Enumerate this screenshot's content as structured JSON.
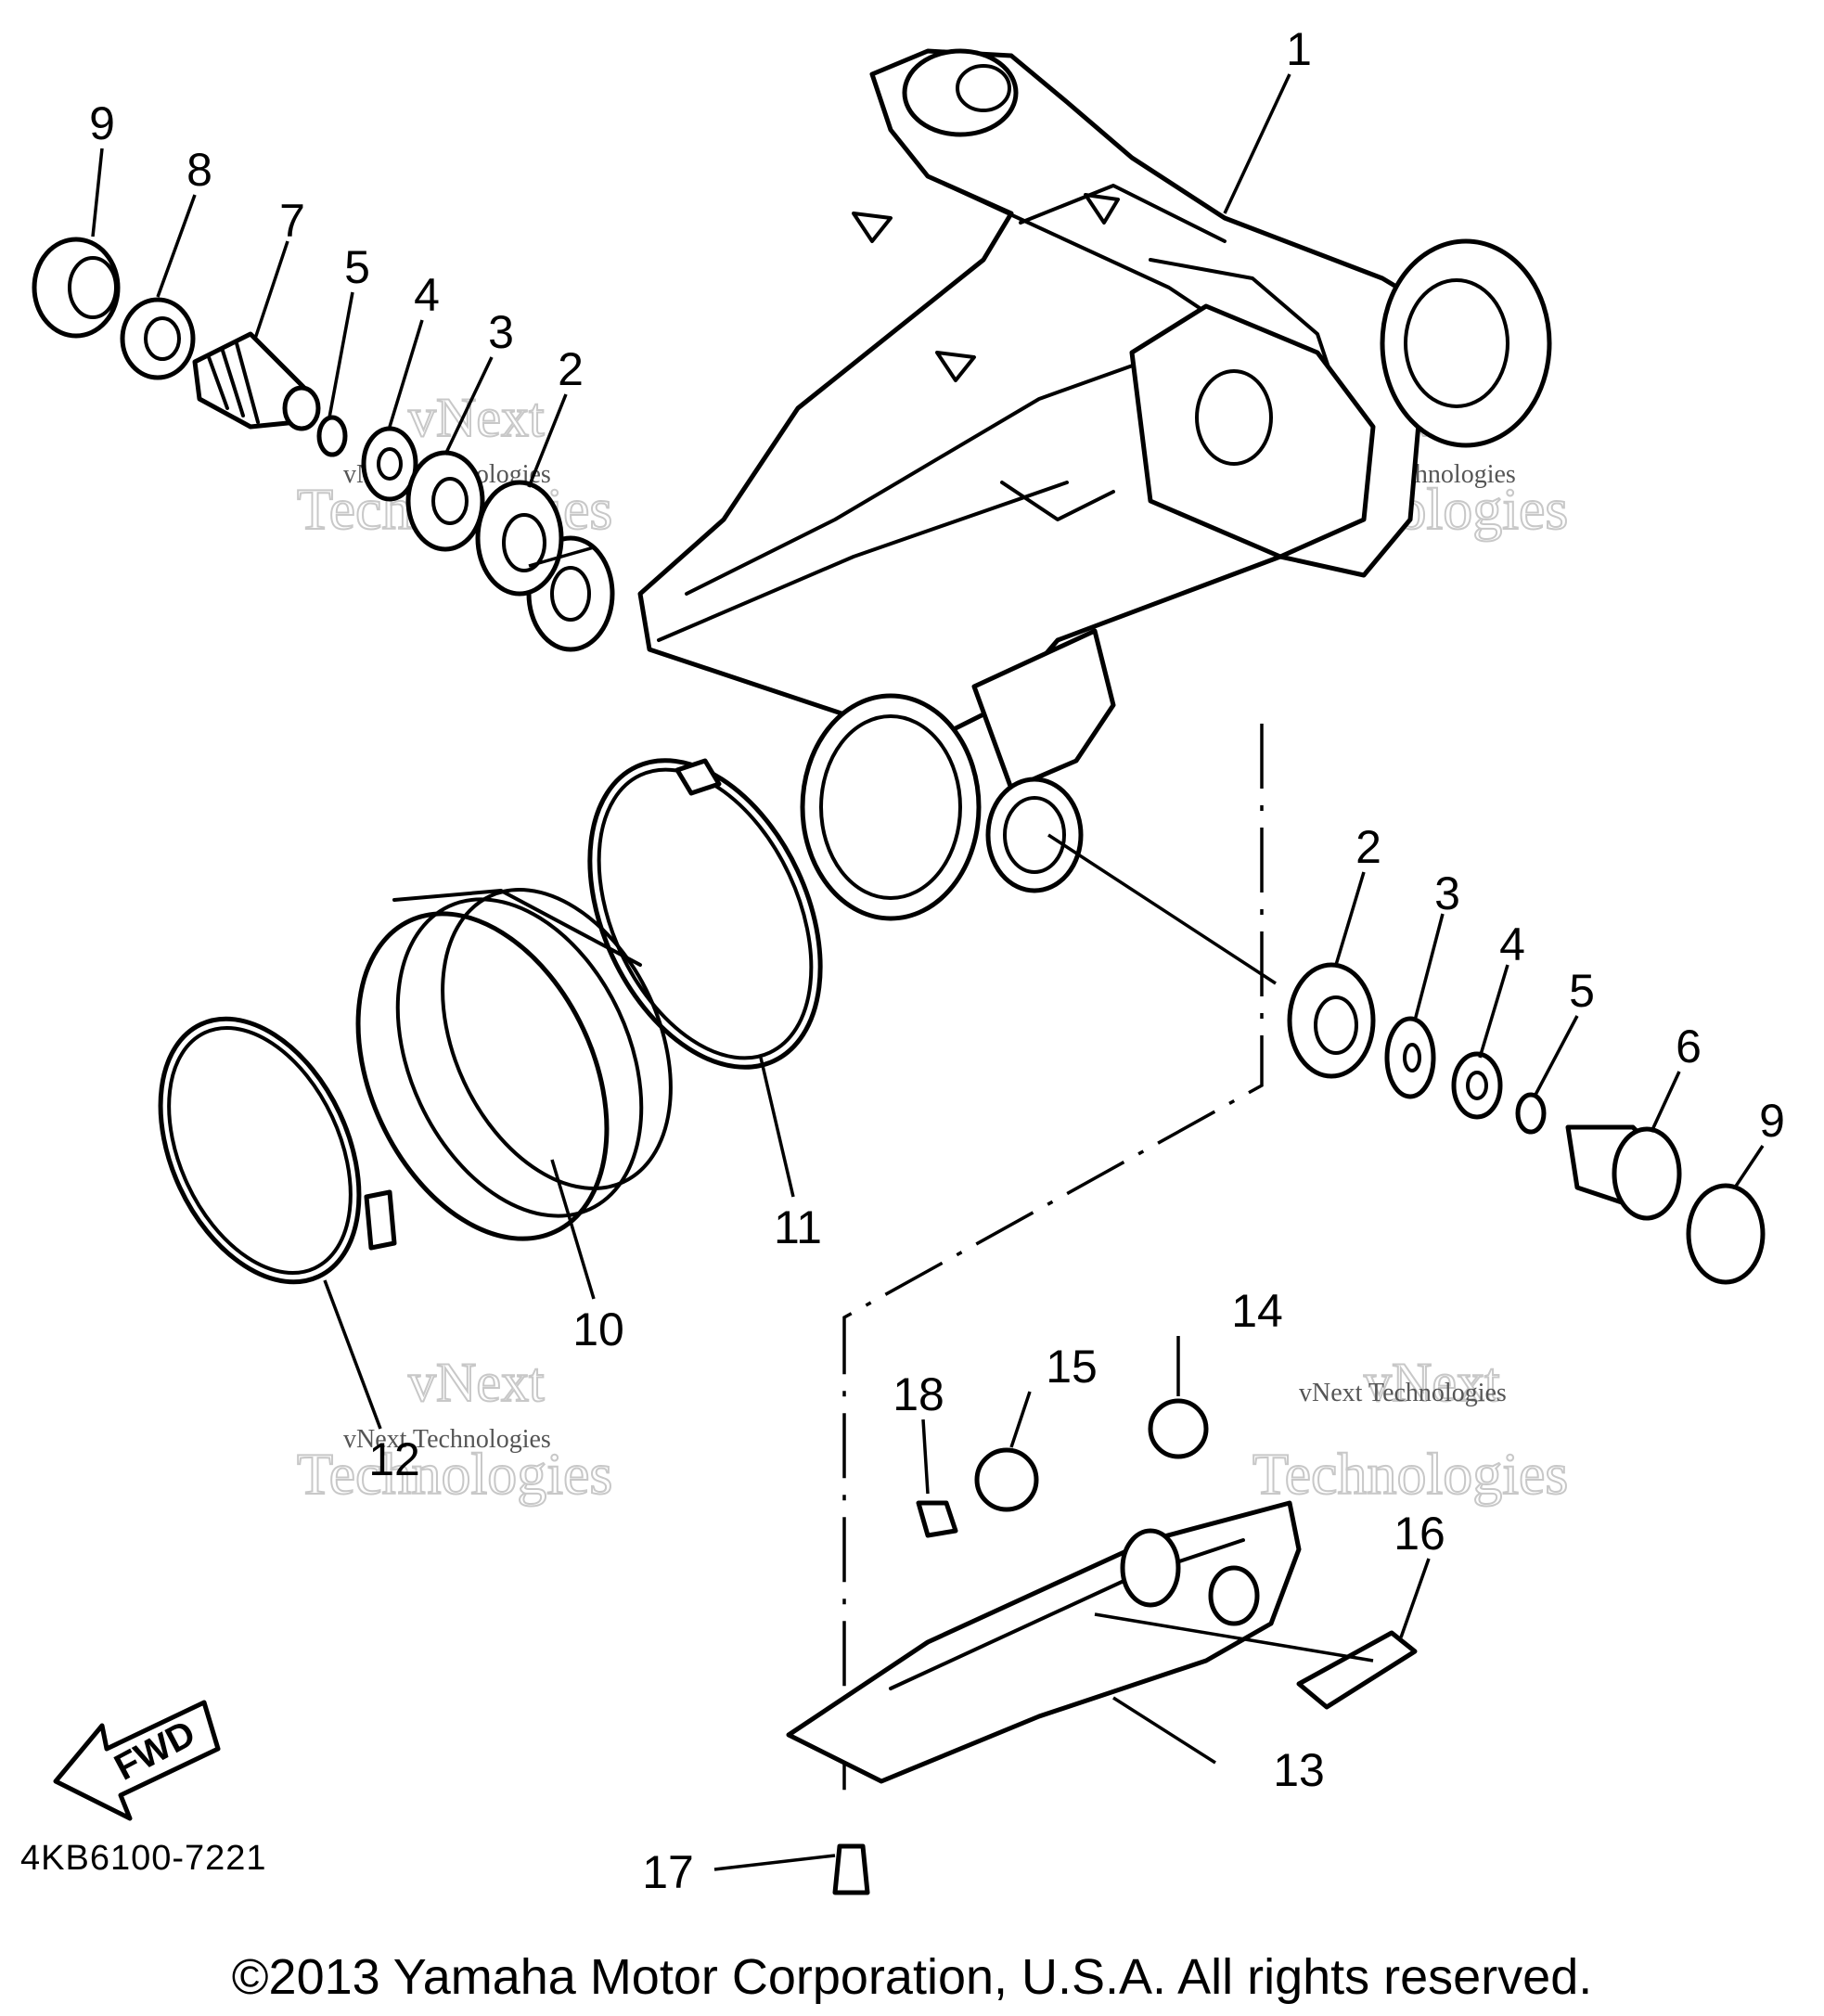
{
  "callouts": {
    "c1": "1",
    "c2a": "2",
    "c2b": "2",
    "c3a": "3",
    "c3b": "3",
    "c4a": "4",
    "c4b": "4",
    "c5a": "5",
    "c5b": "5",
    "c6": "6",
    "c7": "7",
    "c8": "8",
    "c9a": "9",
    "c9b": "9",
    "c10": "10",
    "c11": "11",
    "c12": "12",
    "c13": "13",
    "c14": "14",
    "c15": "15",
    "c16": "16",
    "c17": "17",
    "c18": "18"
  },
  "fwd_label": "FWD",
  "diagram_code": "4KB6100-7221",
  "watermark": {
    "line1": "vNext",
    "line2": "Technologies",
    "line3": "vNext Technologies"
  },
  "copyright": "©2013 Yamaha Motor Corporation, U.S.A. All rights reserved."
}
